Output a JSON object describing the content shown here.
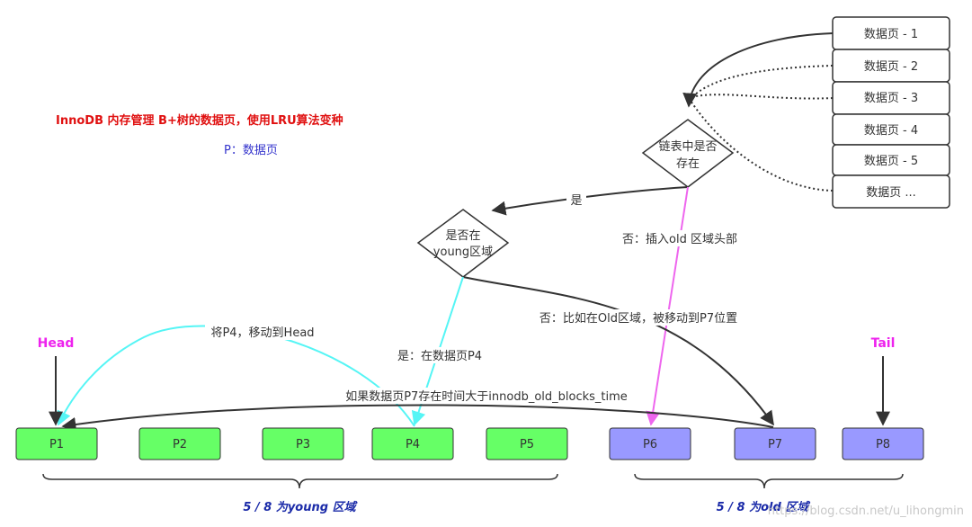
{
  "title": "InnoDB 内存管理 B+树的数据页，使用LRU算法变种",
  "legend": "P：数据页",
  "data_pages": [
    "数据页 - 1",
    "数据页 - 2",
    "数据页 - 3",
    "数据页 - 4",
    "数据页 - 5",
    "数据页 ..."
  ],
  "decisions": {
    "in_list": [
      "链表中是否",
      "存在"
    ],
    "in_young": [
      "是否在",
      "young区域"
    ]
  },
  "edge_labels": {
    "yes": "是",
    "no_insert": "否：插入old 区域头部",
    "no_move_p7": "否：比如在Old区域，被移动到P7位置",
    "yes_in_p4": "是：在数据页P4",
    "move_p4_head": "将P4，移动到Head",
    "p7_time": "如果数据页P7存在时间大于innodb_old_blocks_time"
  },
  "markers": {
    "head": "Head",
    "tail": "Tail"
  },
  "young_pages": [
    "P1",
    "P2",
    "P3",
    "P4",
    "P5"
  ],
  "old_pages": [
    "P6",
    "P7",
    "P8"
  ],
  "regions": {
    "young": "5 / 8 为young 区域",
    "old": "5 / 8 为old 区域"
  },
  "watermark": "https://blog.csdn.net/u_lihongmin",
  "colors": {
    "young_fill": "#66ff66",
    "old_fill": "#9999ff",
    "cyan_arrow": "#55f5f5",
    "pink_arrow": "#ee66ee",
    "title": "#e01010",
    "region": "#1a2aa8"
  }
}
